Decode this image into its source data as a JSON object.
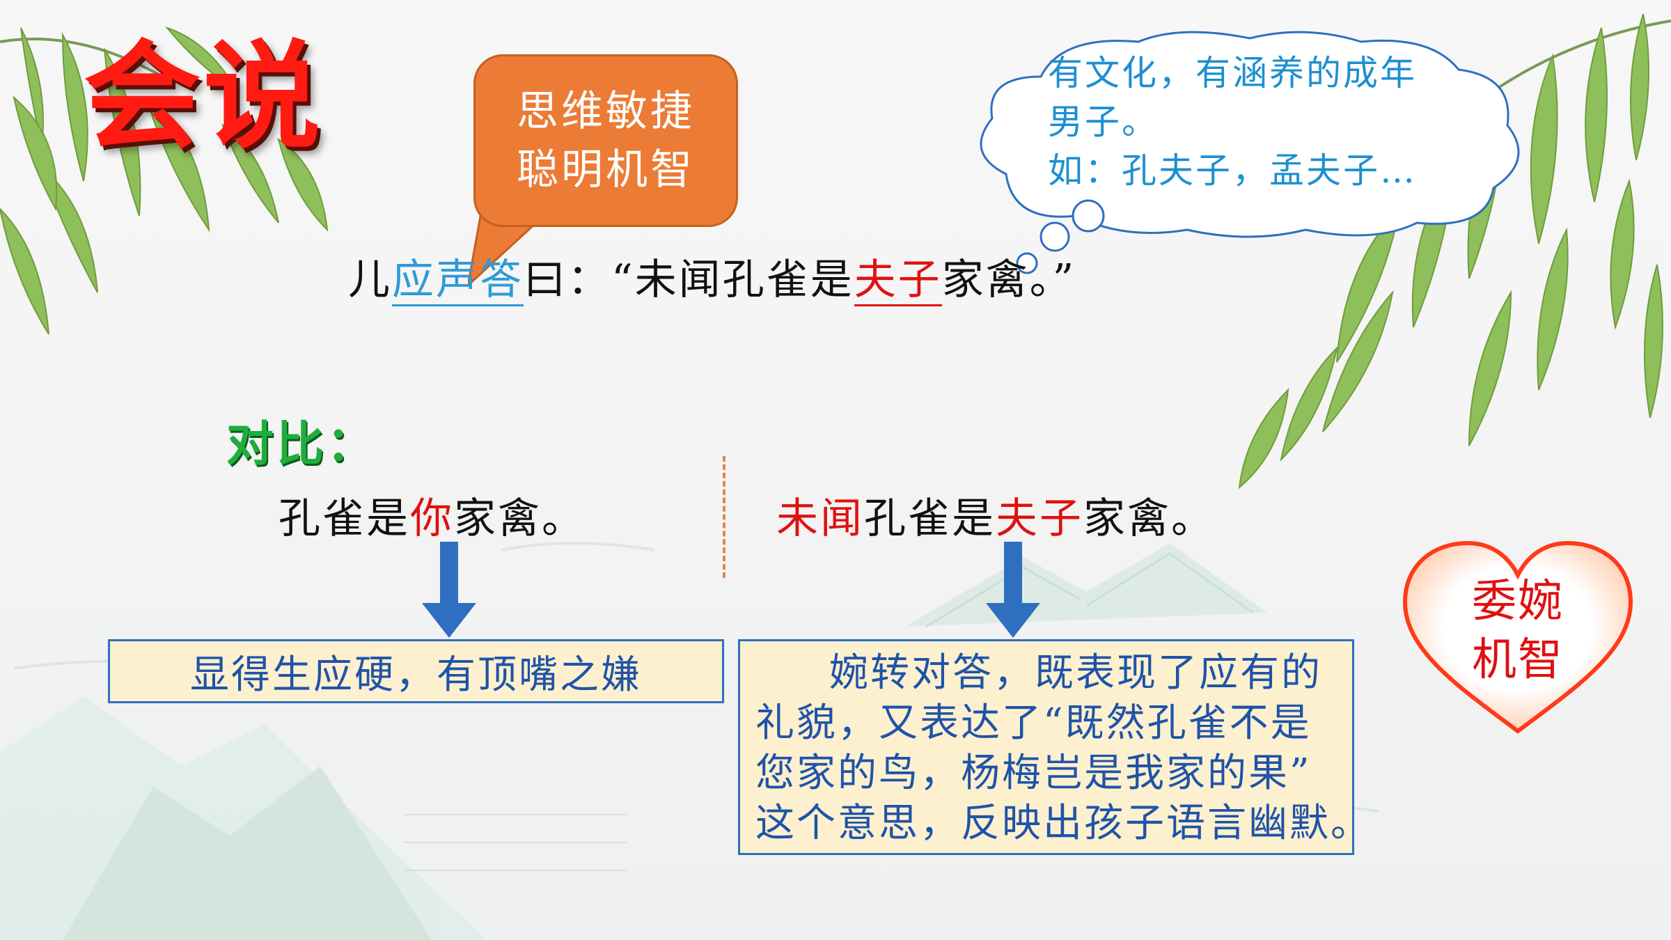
{
  "slide": {
    "title": "会说",
    "orange_bubble": {
      "lines": [
        "思维敏捷",
        "聪明机智"
      ]
    },
    "cloud_bubble": {
      "lines": [
        "有文化，有涵养的成年",
        "男子。",
        "如：孔夫子，孟夫子…"
      ]
    },
    "quote": {
      "prefix": "儿",
      "highlight_blue": "应声答",
      "middle": "曰：“未闻孔雀是",
      "highlight_red": "夫子",
      "suffix": "家禽。”"
    },
    "compare_label": "对比：",
    "left_sentence": {
      "before": "孔雀是",
      "red": "你",
      "after": "家禽。"
    },
    "right_sentence": {
      "red1": "未闻",
      "middle": "孔雀是",
      "red2": "夫子",
      "after": "家禽。"
    },
    "left_box": "显得生应硬，有顶嘴之嫌",
    "right_box": {
      "lines": [
        "婉转对答，既表现了应有的",
        "礼貌，又表达了“既然孔雀不是",
        "您家的鸟，杨梅岂是我家的果”",
        "这个意思，反映出孩子语言幽默。"
      ]
    },
    "heart": {
      "lines": [
        "委婉",
        "机智"
      ]
    },
    "colors": {
      "title_red": "#ff1a12",
      "bubble_orange": "#ec7b35",
      "cloud_text_blue": "#1c8fd0",
      "underline_blue": "#2d9ad8",
      "emphasis_red": "#e01010",
      "label_green": "#1fae3c",
      "arrow_blue": "#2e6fc0",
      "box_fill": "#fcf0cf",
      "box_text_blue": "#1f53a8"
    }
  }
}
